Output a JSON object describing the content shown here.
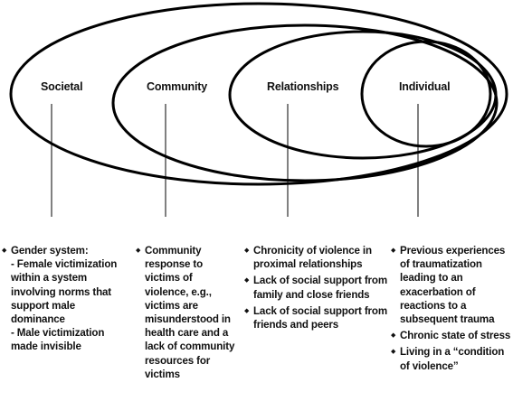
{
  "levels": {
    "societal": "Societal",
    "community": "Community",
    "relationships": "Relationships",
    "individual": "Individual"
  },
  "bullet_glyph": "◆",
  "columns": {
    "societal": {
      "items": [
        {
          "text": "Gender system:",
          "subs": [
            "- Female victimization within a system involving norms that support male dominance",
            "- Male victimization made invisible"
          ]
        }
      ]
    },
    "community": {
      "items": [
        {
          "text": "Community response to victims of violence, e.g., victims are misunderstood in health care and a lack of community resources for victims"
        }
      ]
    },
    "relationships": {
      "items": [
        {
          "text": "Chronicity of violence in proximal relationships"
        },
        {
          "text": "Lack of social support from family and close friends"
        },
        {
          "text": "Lack of social support from friends and peers"
        }
      ]
    },
    "individual": {
      "items": [
        {
          "text": "Previous experiences of traumatization leading to an exacerbation of reactions to a subsequent trauma"
        },
        {
          "text": "Chronic state of stress"
        },
        {
          "text": "Living in a “condition of violence”"
        }
      ]
    }
  }
}
